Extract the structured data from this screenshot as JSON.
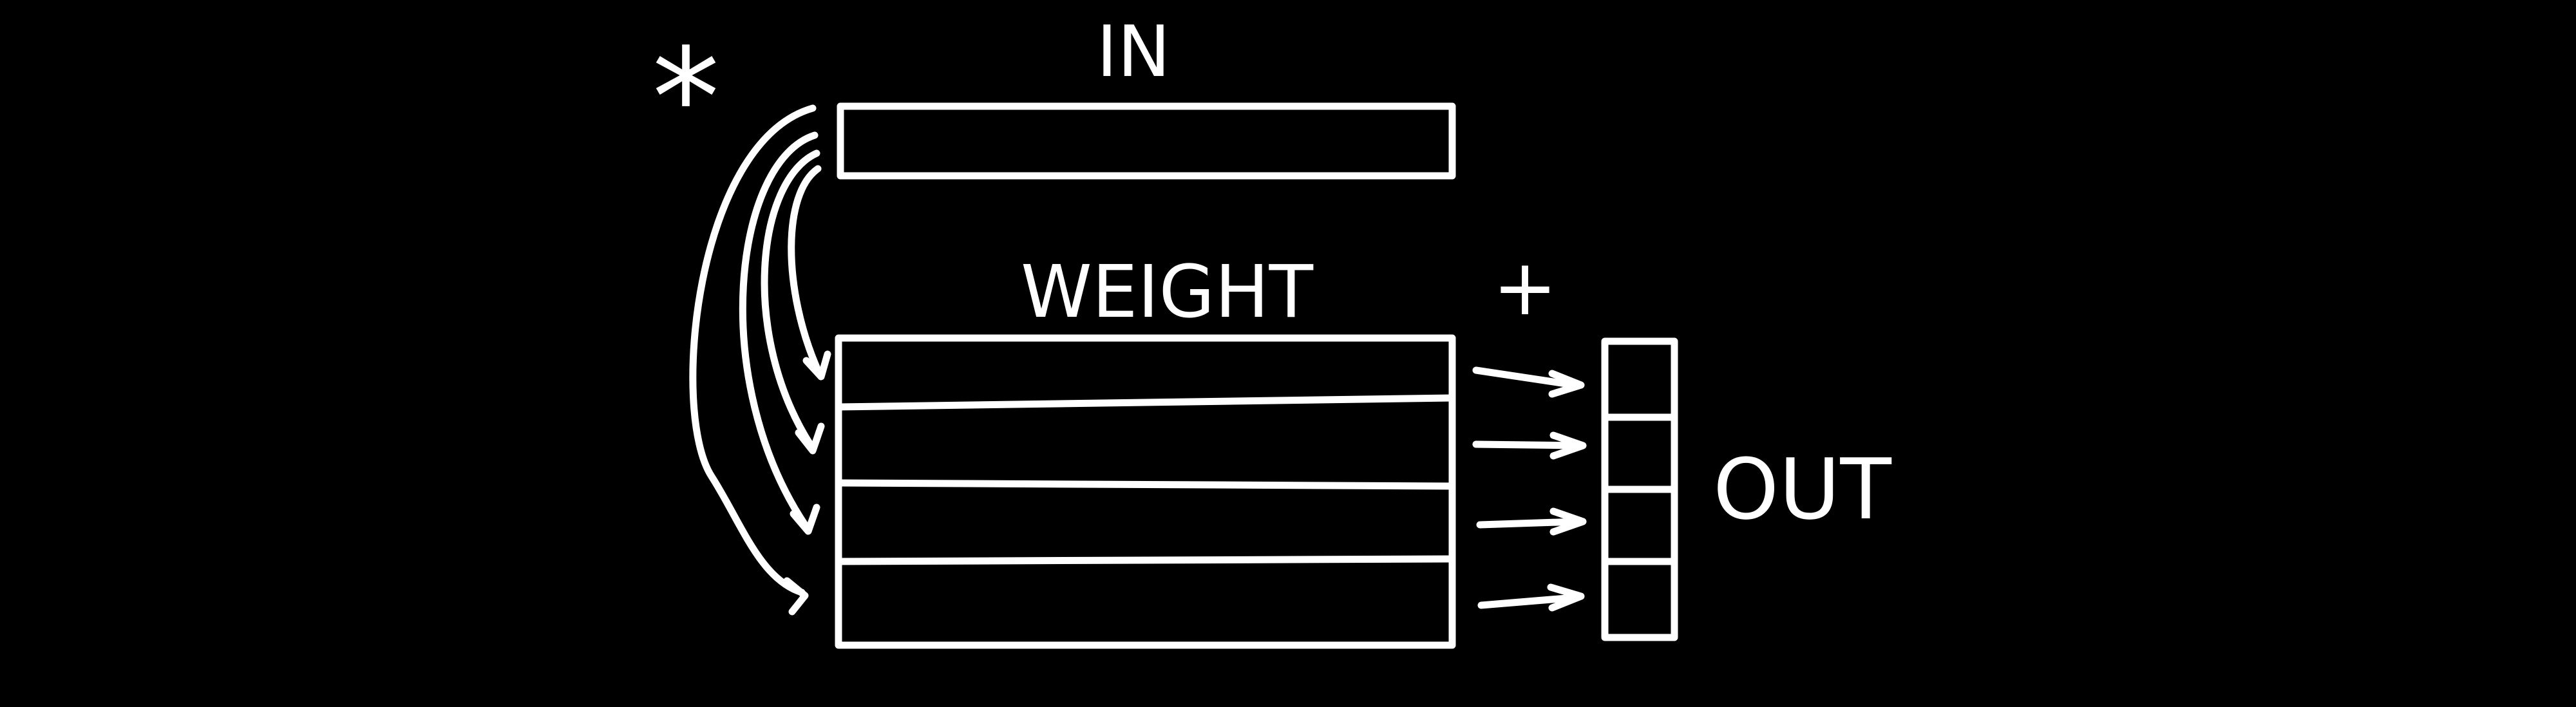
{
  "labels": {
    "input": "IN",
    "weight": "WEIGHT",
    "plus": "+",
    "output": "OUT",
    "multiply": "*"
  },
  "weight_rows": 4,
  "output_cells": 4,
  "colors": {
    "background": "#000000",
    "ink": "#ffffff"
  }
}
